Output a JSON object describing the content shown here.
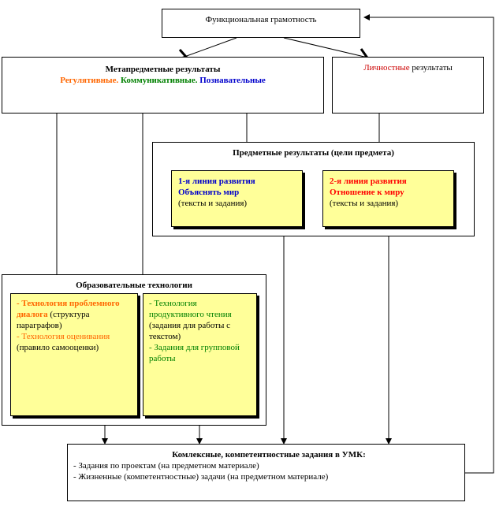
{
  "functional_literacy": {
    "label": "Функциональная грамотность"
  },
  "meta_results": {
    "title": "Метапредметные результаты",
    "regulative": "Регулятивные",
    "sep1": ". ",
    "communicative": "Коммуникативные",
    "sep2": ". ",
    "cognitive": "Познавательные"
  },
  "personal_results": {
    "word": "Личностные",
    "rest": " результаты"
  },
  "subject_results": {
    "title": "Предметные результаты (цели предмета)",
    "line1": {
      "heading": "1-я линия развития",
      "subheading": "Объяснять мир",
      "note": "(тексты и задания)"
    },
    "line2": {
      "heading": "2-я линия развития",
      "subheading": "Отношение к миру",
      "note": "(тексты и задания)"
    }
  },
  "edu_tech": {
    "title": "Образовательные технологии",
    "left": {
      "t1": "- Технология проблемного диалога",
      "n1": " (структура параграфов)",
      "t2": "- Технология оценивания",
      "n2": " (правило самооценки)"
    },
    "right": {
      "t1": "- Технология продуктивного чтения",
      "n1": " (задания для работы с текстом)",
      "t2": "- Задания для групповой работы"
    }
  },
  "complex_tasks": {
    "title": "Комлексные, компетентностные задания в УМК:",
    "item1": "- Задания по проектам (на предметном материале)",
    "item2": "- Жизненные (компетентностные) задачи  (на предметном материале)"
  },
  "colors": {
    "orange": "#ff6600",
    "green": "#008000",
    "blue": "#0000cc",
    "red": "#ff0000",
    "yellow_fill": "#ffff99"
  }
}
